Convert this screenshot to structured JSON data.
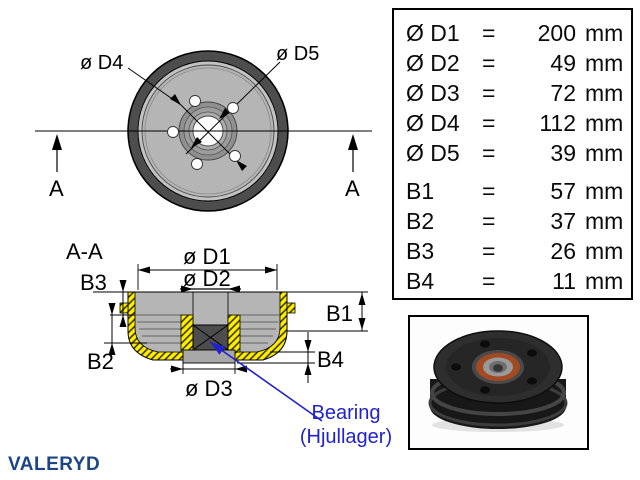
{
  "front_view": {
    "label_d4": "ø D4",
    "label_d5": "ø D5",
    "section_label_left": "A",
    "section_label_right": "A"
  },
  "section_view": {
    "title": "A-A",
    "label_d1": "ø D1",
    "label_d2": "ø D2",
    "label_d3": "ø D3",
    "label_b1": "B1",
    "label_b2": "B2",
    "label_b3": "B3",
    "label_b4": "B4"
  },
  "callout": {
    "line1": "Bearing",
    "line2": "(Hjullager)",
    "color": "#2222cc"
  },
  "dimensions_table": {
    "rows": [
      {
        "label": "Ø D1",
        "eq": "=",
        "value": "200",
        "unit": "mm"
      },
      {
        "label": "Ø D2",
        "eq": "=",
        "value": "49",
        "unit": "mm"
      },
      {
        "label": "Ø D3",
        "eq": "=",
        "value": "72",
        "unit": "mm"
      },
      {
        "label": "Ø D4",
        "eq": "=",
        "value": "112",
        "unit": "mm"
      },
      {
        "label": "Ø D5",
        "eq": "=",
        "value": "39",
        "unit": "mm"
      },
      {
        "label": "B1",
        "eq": "=",
        "value": "57",
        "unit": "mm"
      },
      {
        "label": "B2",
        "eq": "=",
        "value": "37",
        "unit": "mm"
      },
      {
        "label": "B3",
        "eq": "=",
        "value": "26",
        "unit": "mm"
      },
      {
        "label": "B4",
        "eq": "=",
        "value": "11",
        "unit": "mm"
      }
    ]
  },
  "branding": {
    "logo_text": "VALERYD",
    "logo_color": "#1c4587"
  },
  "colors": {
    "section_hatch_yellow": "#ffec00",
    "callout_blue": "#2222cc",
    "drawing_gray": "#b5b5b5",
    "drum_dark": "#4d4d4d"
  }
}
